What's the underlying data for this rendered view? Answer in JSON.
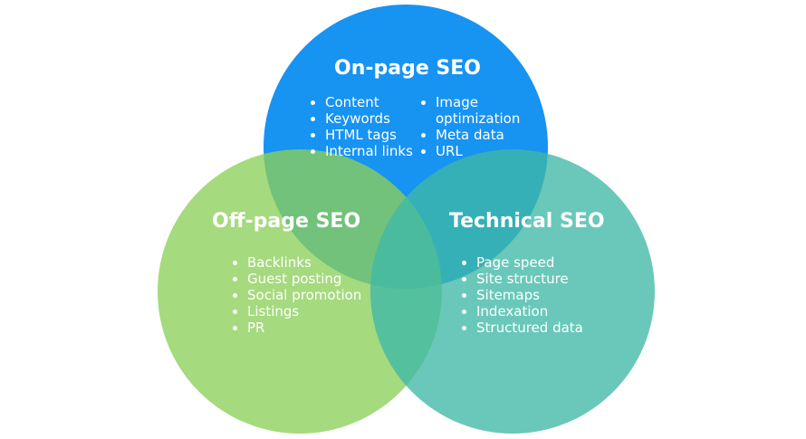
{
  "colors": {
    "on_page": "#1793f2",
    "off_page": "#8ccf5a",
    "technical": "#3fb9a6",
    "text": "#ffffff"
  },
  "circles": {
    "on_page": {
      "title": "On-page SEO",
      "items_left": [
        "Content",
        "Keywords",
        "HTML tags",
        "Internal links"
      ],
      "items_right": [
        "Image",
        "optimization",
        "Meta data",
        "URL"
      ]
    },
    "off_page": {
      "title": "Off-page SEO",
      "items": [
        "Backlinks",
        "Guest posting",
        "Social promotion",
        "Listings",
        "PR"
      ]
    },
    "technical": {
      "title": "Technical SEO",
      "items": [
        "Page speed",
        "Site structure",
        "Sitemaps",
        "Indexation",
        "Structured data"
      ]
    }
  }
}
